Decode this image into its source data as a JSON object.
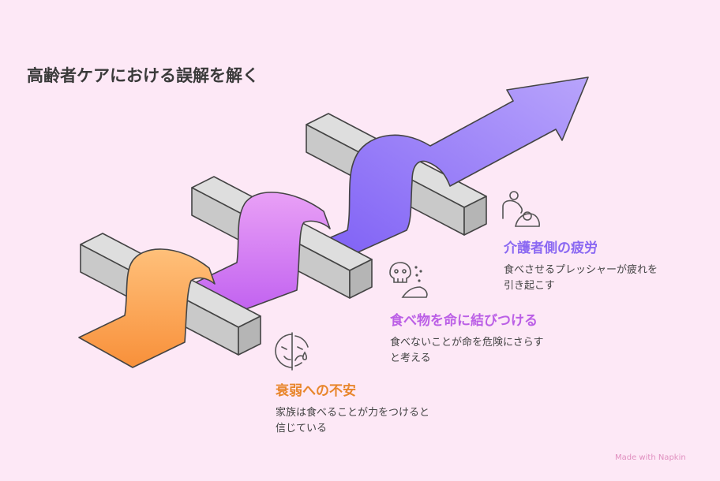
{
  "title": "高齢者ケアにおける誤解を解く",
  "colors": {
    "background": "#fde8f6",
    "orange": "#e8862c",
    "pink": "#bb5fe6",
    "purple": "#8a68f2",
    "beam": "#d0d0d0"
  },
  "items": [
    {
      "heading": "衰弱への不安",
      "line1": "家族は食べることが力をつけると",
      "line2": "信じている",
      "icon": "sad-face-tear-icon"
    },
    {
      "heading": "食べ物を命に結びつける",
      "line1": "食べないことが命を危険にさらす",
      "line2": "と考える",
      "icon": "skull-icon"
    },
    {
      "heading": "介護者側の疲労",
      "line1": "食べさせるプレッシャーが疲れを",
      "line2": "引き起こす",
      "icon": "caregiver-icon"
    }
  ],
  "credit": "Made with Napkin"
}
